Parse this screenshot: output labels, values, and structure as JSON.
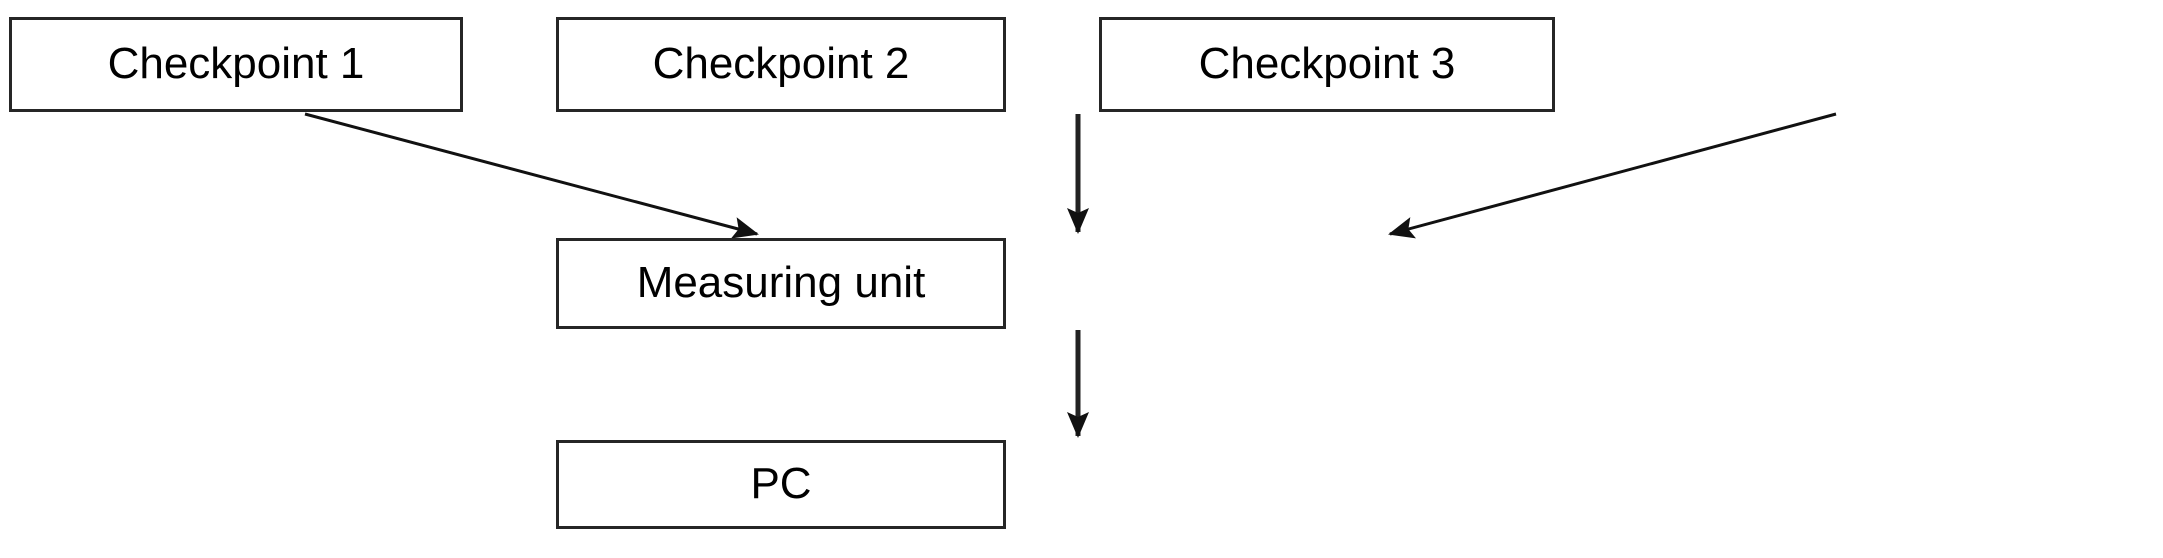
{
  "diagram": {
    "title_text_color": "#000000",
    "background": "#ffffff",
    "border_color": "#262626",
    "nodes": [
      {
        "id": "checkpoint-1",
        "label": "Checkpoint 1"
      },
      {
        "id": "checkpoint-2",
        "label": "Checkpoint 2"
      },
      {
        "id": "checkpoint-3",
        "label": "Checkpoint 3"
      },
      {
        "id": "measuring-unit",
        "label": "Measuring unit"
      },
      {
        "id": "pc",
        "label": "PC"
      }
    ],
    "edges": [
      {
        "id": "edge-cp1-to-measuring-unit",
        "from": "checkpoint-1",
        "to": "measuring-unit",
        "style": "diagonal-arrow"
      },
      {
        "id": "edge-cp2-to-measuring-unit",
        "from": "checkpoint-2",
        "to": "measuring-unit",
        "style": "vertical-arrow"
      },
      {
        "id": "edge-cp3-to-measuring-unit",
        "from": "checkpoint-3",
        "to": "measuring-unit",
        "style": "diagonal-arrow"
      },
      {
        "id": "edge-measuring-unit-to-pc",
        "from": "measuring-unit",
        "to": "pc",
        "style": "vertical-arrow"
      }
    ]
  }
}
